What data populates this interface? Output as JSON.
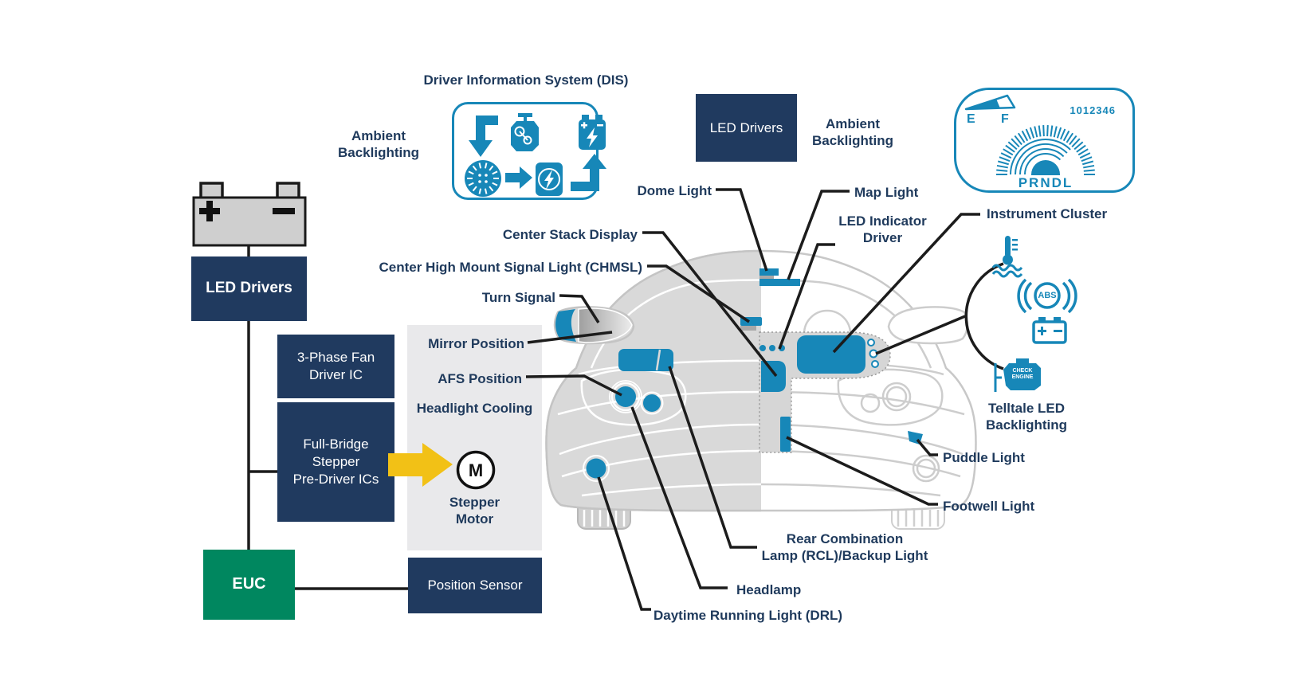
{
  "colors": {
    "accent_blue": "#1787b8",
    "navy": "#203a5f",
    "green": "#00875f",
    "yellow": "#f2c116",
    "line_black": "#1c1c1c",
    "car_gray": "#d9d9d9"
  },
  "battery": {
    "plus": "+",
    "minus": "−"
  },
  "boxes": {
    "led_drivers_left": "LED Drivers",
    "led_drivers_top": "LED Drivers",
    "fan_ic_lines": [
      "3-Phase Fan",
      "Driver IC"
    ],
    "stepper_ic_lines": [
      "Full-Bridge",
      "Stepper",
      "Pre-Driver ICs"
    ],
    "euc": "EUC",
    "position_sensor": "Position Sensor"
  },
  "panel": {
    "mirror_position": "Mirror Position",
    "afs_position": "AFS Position",
    "headlight_cooling": "Headlight Cooling",
    "motor_letter": "M",
    "stepper_motor_lines": [
      "Stepper",
      "Motor"
    ]
  },
  "dis": {
    "title": "Driver Information System (DIS)",
    "icon_names": [
      "corner-down-arrow",
      "engine",
      "battery-charging",
      "fan-wheel",
      "arrow-right",
      "lightning-circle",
      "corner-up-arrow"
    ]
  },
  "ambient_left_lines": [
    "Ambient",
    "Backlighting"
  ],
  "ambient_right_lines": [
    "Ambient",
    "Backlighting"
  ],
  "callouts": {
    "dome_light": "Dome Light",
    "map_light": "Map Light",
    "center_stack_display": "Center Stack Display",
    "chmsl": "Center High Mount Signal Light (CHMSL)",
    "turn_signal": "Turn Signal",
    "led_indicator_lines": [
      "LED Indicator",
      "Driver"
    ],
    "instrument_cluster": "Instrument Cluster",
    "telltale_lines": [
      "Telltale LED",
      "Backlighting"
    ],
    "puddle_light": "Puddle Light",
    "footwell_light": "Footwell Light",
    "rcl_lines": [
      "Rear Combination",
      "Lamp (RCL)/Backup Light"
    ],
    "headlamp": "Headlamp",
    "drl": "Daytime Running Light (DRL)"
  },
  "cluster_graphic": {
    "fuel_empty": "E",
    "fuel_full": "F",
    "odometer": "1012346",
    "prndl": "PRNDL"
  },
  "telltale_icons": {
    "abs": "ABS",
    "check_engine_lines": [
      "CHECK",
      "ENGINE"
    ],
    "icon_names": [
      "coolant-temp-icon",
      "abs-icon",
      "battery-warning-icon",
      "check-engine-icon"
    ]
  }
}
